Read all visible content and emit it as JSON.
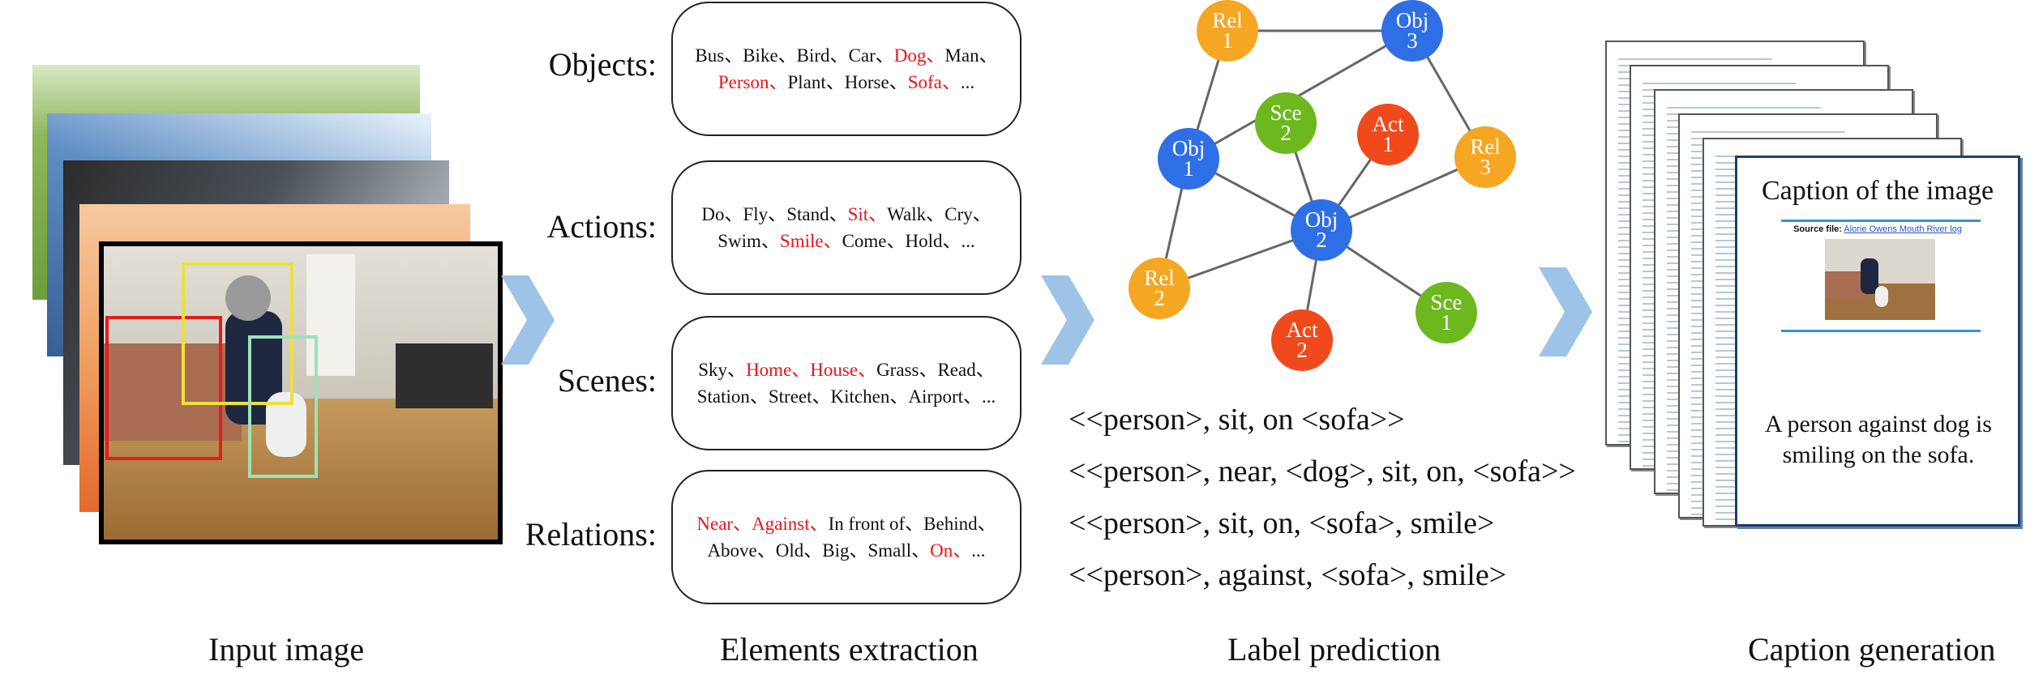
{
  "stages": {
    "input": "Input image",
    "extraction": "Elements extraction",
    "prediction": "Label prediction",
    "caption": "Caption generation"
  },
  "categories": [
    {
      "label": "Objects:",
      "lines": [
        [
          {
            "t": "Bus、",
            "hl": false
          },
          {
            "t": "Bike、",
            "hl": false
          },
          {
            "t": "Bird、",
            "hl": false
          },
          {
            "t": "Car、",
            "hl": false
          },
          {
            "t": "Dog、",
            "hl": true
          },
          {
            "t": "Man、",
            "hl": false
          }
        ],
        [
          {
            "t": "Person、",
            "hl": true
          },
          {
            "t": "Plant、",
            "hl": false
          },
          {
            "t": "Horse、",
            "hl": false
          },
          {
            "t": "Sofa、",
            "hl": true
          },
          {
            "t": "...",
            "hl": false
          }
        ]
      ]
    },
    {
      "label": "Actions:",
      "lines": [
        [
          {
            "t": "Do、",
            "hl": false
          },
          {
            "t": "Fly、",
            "hl": false
          },
          {
            "t": "Stand、",
            "hl": false
          },
          {
            "t": "Sit、",
            "hl": true
          },
          {
            "t": "Walk、",
            "hl": false
          },
          {
            "t": "Cry、",
            "hl": false
          }
        ],
        [
          {
            "t": "Swim、",
            "hl": false
          },
          {
            "t": "Smile、",
            "hl": true
          },
          {
            "t": "Come、",
            "hl": false
          },
          {
            "t": "Hold、",
            "hl": false
          },
          {
            "t": "...",
            "hl": false
          }
        ]
      ]
    },
    {
      "label": "Scenes:",
      "lines": [
        [
          {
            "t": "Sky、",
            "hl": false
          },
          {
            "t": "Home、",
            "hl": true
          },
          {
            "t": "House、",
            "hl": true
          },
          {
            "t": "Grass、",
            "hl": false
          },
          {
            "t": "Read、",
            "hl": false
          }
        ],
        [
          {
            "t": "Station、",
            "hl": false
          },
          {
            "t": "Street、",
            "hl": false
          },
          {
            "t": "Kitchen、",
            "hl": false
          },
          {
            "t": "Airport、",
            "hl": false
          },
          {
            "t": "...",
            "hl": false
          }
        ]
      ]
    },
    {
      "label": "Relations:",
      "lines": [
        [
          {
            "t": "Near、",
            "hl": true
          },
          {
            "t": "Against、",
            "hl": true
          },
          {
            "t": "In front of、",
            "hl": false
          },
          {
            "t": "Behind、",
            "hl": false
          }
        ],
        [
          {
            "t": "Above、",
            "hl": false
          },
          {
            "t": "Old、",
            "hl": false
          },
          {
            "t": "Big、",
            "hl": false
          },
          {
            "t": "Small、",
            "hl": false
          },
          {
            "t": "On、",
            "hl": true
          },
          {
            "t": "...",
            "hl": false
          }
        ]
      ]
    }
  ],
  "graph": {
    "nodes": [
      {
        "id": "rel1",
        "line1": "Rel",
        "line2": "1",
        "color": "#f5a623"
      },
      {
        "id": "obj3",
        "line1": "Obj",
        "line2": "3",
        "color": "#2f6fe6"
      },
      {
        "id": "sce2",
        "line1": "Sce",
        "line2": "2",
        "color": "#6cb81e"
      },
      {
        "id": "act1",
        "line1": "Act",
        "line2": "1",
        "color": "#f04a1c"
      },
      {
        "id": "obj1",
        "line1": "Obj",
        "line2": "1",
        "color": "#2f6fe6"
      },
      {
        "id": "rel3",
        "line1": "Rel",
        "line2": "3",
        "color": "#f5a623"
      },
      {
        "id": "obj2",
        "line1": "Obj",
        "line2": "2",
        "color": "#2f6fe6"
      },
      {
        "id": "rel2",
        "line1": "Rel",
        "line2": "2",
        "color": "#f5a623"
      },
      {
        "id": "sce1",
        "line1": "Sce",
        "line2": "1",
        "color": "#6cb81e"
      },
      {
        "id": "act2",
        "line1": "Act",
        "line2": "2",
        "color": "#f04a1c"
      }
    ],
    "edges": [
      [
        "rel1",
        "obj3"
      ],
      [
        "rel1",
        "obj1"
      ],
      [
        "obj3",
        "obj1"
      ],
      [
        "obj3",
        "rel3"
      ],
      [
        "sce2",
        "obj2"
      ],
      [
        "act1",
        "obj2"
      ],
      [
        "obj1",
        "obj2"
      ],
      [
        "obj1",
        "rel2"
      ],
      [
        "obj2",
        "rel3"
      ],
      [
        "obj2",
        "rel2"
      ],
      [
        "obj2",
        "sce1"
      ],
      [
        "obj2",
        "act2"
      ]
    ]
  },
  "triples": [
    "<<person>, sit, on <sofa>>",
    "<<person>, near, <dog>, sit, on, <sofa>>",
    "<<person>, sit, on, <sofa>, smile>",
    "<<person>, against, <sofa>, smile>"
  ],
  "caption_doc": {
    "title": "Caption of the image",
    "source_label": "Source file:",
    "source_link": "Alone Owens Mouth River log",
    "caption": "A person against dog is smiling on the sofa."
  },
  "colors": {
    "highlight": "#e8151b",
    "arrow": "#9dc3e6",
    "box_red": "#e31c1c",
    "box_yellow": "#ede13a",
    "box_green": "#9be3b8",
    "rule_blue": "#3c8fd0"
  }
}
